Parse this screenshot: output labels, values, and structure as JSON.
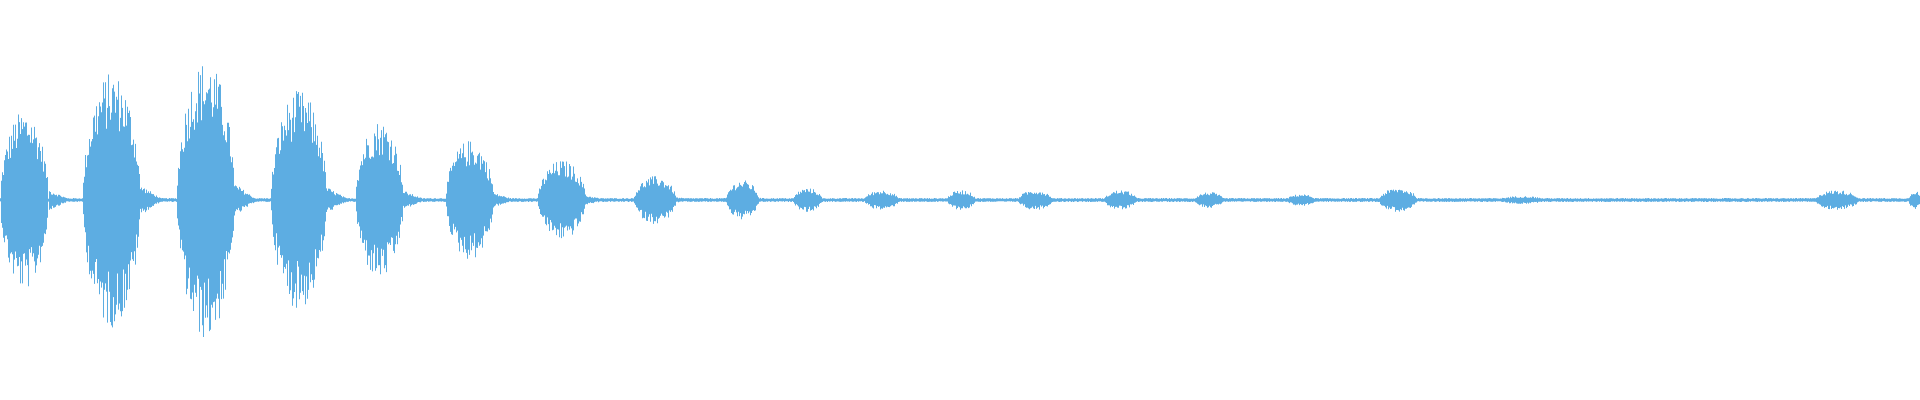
{
  "waveform": {
    "color": "#5DADE2",
    "background": "#FFFFFF",
    "segments": [
      {
        "start": 0.0,
        "end": 0.025,
        "amp": 0.45
      },
      {
        "start": 0.043,
        "end": 0.073,
        "amp": 0.64
      },
      {
        "start": 0.092,
        "end": 0.122,
        "amp": 0.7
      },
      {
        "start": 0.141,
        "end": 0.17,
        "amp": 0.55
      },
      {
        "start": 0.185,
        "end": 0.21,
        "amp": 0.4
      },
      {
        "start": 0.232,
        "end": 0.257,
        "amp": 0.3
      },
      {
        "start": 0.28,
        "end": 0.305,
        "amp": 0.2
      },
      {
        "start": 0.33,
        "end": 0.352,
        "amp": 0.12
      },
      {
        "start": 0.378,
        "end": 0.395,
        "amp": 0.1
      },
      {
        "start": 0.413,
        "end": 0.428,
        "amp": 0.06
      },
      {
        "start": 0.45,
        "end": 0.468,
        "amp": 0.05
      },
      {
        "start": 0.493,
        "end": 0.508,
        "amp": 0.05
      },
      {
        "start": 0.53,
        "end": 0.548,
        "amp": 0.05
      },
      {
        "start": 0.575,
        "end": 0.592,
        "amp": 0.05
      },
      {
        "start": 0.622,
        "end": 0.637,
        "amp": 0.04
      },
      {
        "start": 0.67,
        "end": 0.685,
        "amp": 0.03
      },
      {
        "start": 0.718,
        "end": 0.738,
        "amp": 0.06
      },
      {
        "start": 0.78,
        "end": 0.805,
        "amp": 0.02
      },
      {
        "start": 0.945,
        "end": 0.968,
        "amp": 0.05
      },
      {
        "start": 0.994,
        "end": 1.0,
        "amp": 0.05
      }
    ],
    "baseline_noise": 0.01
  }
}
